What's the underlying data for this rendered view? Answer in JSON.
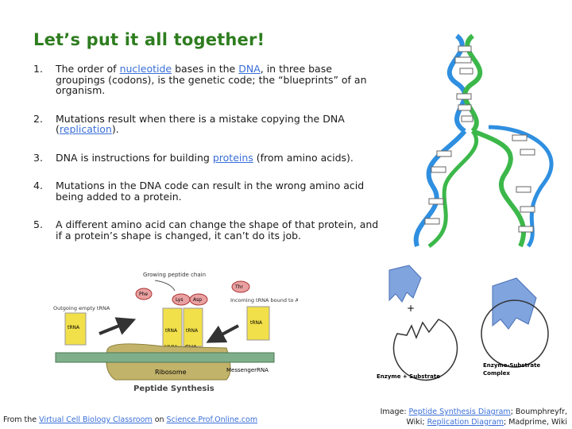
{
  "slide": {
    "title": "Let’s put it all together!",
    "items": [
      {
        "num": "1.",
        "parts": [
          {
            "t": "The order of "
          },
          {
            "t": "nucleotide",
            "link": true
          },
          {
            "t": " bases in the "
          },
          {
            "t": "DNA",
            "link": true
          },
          {
            "t": ", in three base groupings (codons), is the genetic code; the “blueprints” of an organism."
          }
        ]
      },
      {
        "num": "2.",
        "parts": [
          {
            "t": "Mutations result when there is a mistake copying the DNA ("
          },
          {
            "t": "replication",
            "link": true
          },
          {
            "t": ")."
          }
        ]
      },
      {
        "num": "3.",
        "parts": [
          {
            "t": "DNA is instructions for building "
          },
          {
            "t": "proteins",
            "link": true
          },
          {
            "t": " (from amino acids)."
          }
        ]
      },
      {
        "num": "4.",
        "parts": [
          {
            "t": "Mutations in the DNA code can result in the wrong amino acid being added to a protein."
          }
        ]
      },
      {
        "num": "5.",
        "parts": [
          {
            "t": "A different amino acid can change the shape of that protein, and if a protein’s shape is changed, it can’t do its job."
          }
        ]
      }
    ]
  },
  "peptide_figure": {
    "growing_chain": "Growing peptide chain",
    "outgoing_trna": "Outgoing empty tRNA",
    "incoming_trna": "Incoming tRNA bound to Amino Acid",
    "ribosome": "Ribosome",
    "messenger_rna": "MessengerRNA",
    "caption": "Peptide Synthesis",
    "trna": "tRNA",
    "amino_acids": [
      "Phe",
      "Lys",
      "Asp",
      "Thr"
    ],
    "anticodons": [
      "UUU",
      "CUA"
    ]
  },
  "enzyme_figure": {
    "left_label": "Enzyme + Substrate",
    "right_label_1": "Enzyme-Substrate",
    "right_label_2": "Complex",
    "plus": "+"
  },
  "credits": {
    "left_prefix": "From the ",
    "left_link1": "Virtual Cell Biology Classroom",
    "left_mid": " on ",
    "left_link2": "Science.Prof.Online.com",
    "right_line1_prefix": "Image: ",
    "right_line1_link": "Peptide Synthesis Diagram",
    "right_line1_suffix": "; Boumphreyfr,",
    "right_line2_prefix": "Wiki; ",
    "right_line2_link": "Replication Diagram",
    "right_line2_suffix": "; Madprime, Wiki"
  },
  "colors": {
    "title": "#2e7d1f",
    "link": "#3a6fd8",
    "dna_blue": "#2f8fe0",
    "dna_green": "#3cb84a",
    "trna_yellow": "#f2e04a",
    "ribosome": "#c2b36a",
    "enzyme_blue": "#7fa4de"
  }
}
